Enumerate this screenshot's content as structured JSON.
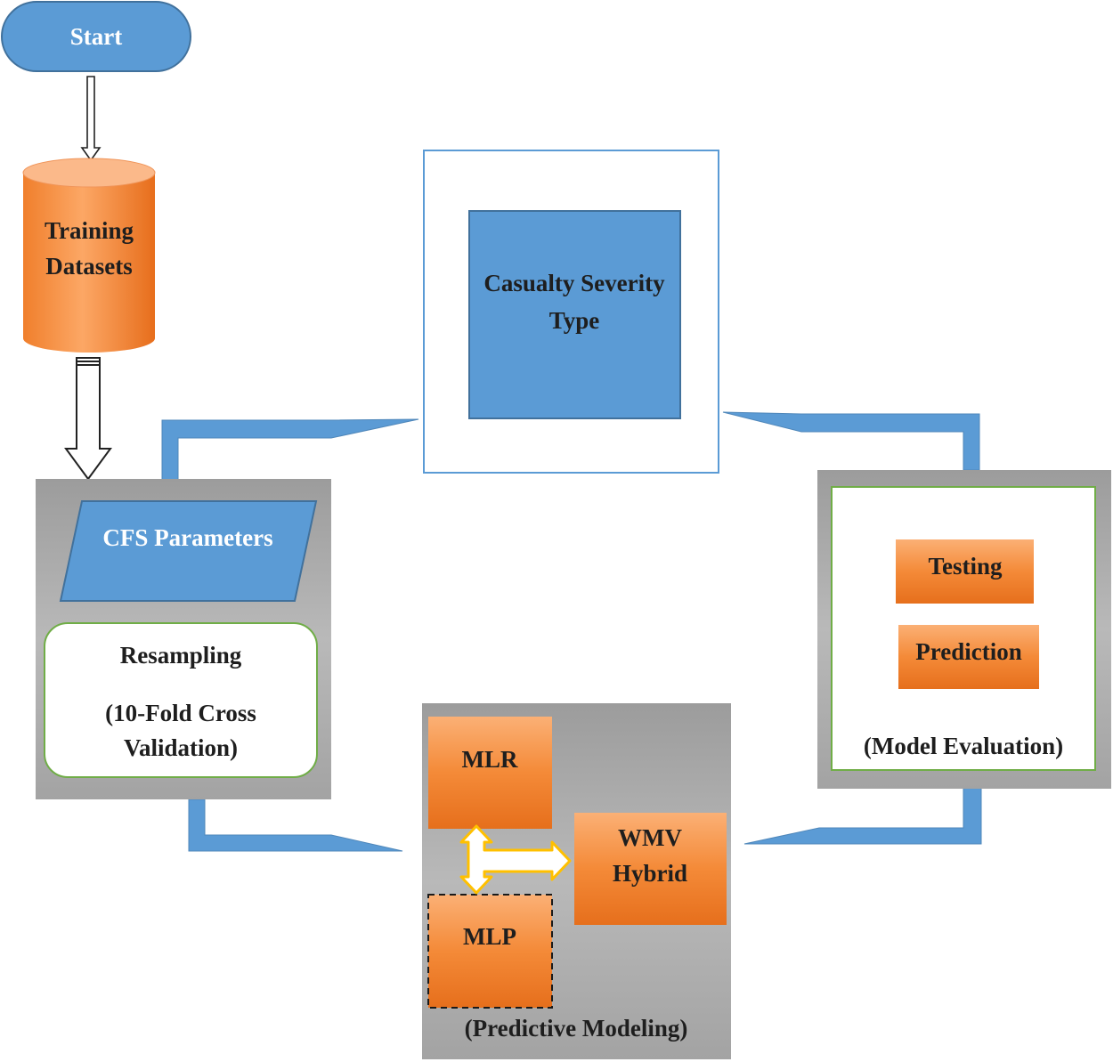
{
  "nodes": {
    "start": {
      "label": "Start"
    },
    "training": {
      "lines": [
        "Training",
        "Datasets"
      ]
    },
    "casualty": {
      "lines": [
        "Casualty Severity",
        "Type"
      ]
    },
    "cfs": {
      "label": "CFS Parameters"
    },
    "resampling": {
      "lines": [
        "Resampling",
        "(10-Fold Cross",
        "Validation)"
      ]
    },
    "mlr": {
      "label": "MLR"
    },
    "mlp": {
      "label": "MLP"
    },
    "wmv": {
      "lines": [
        "WMV",
        "Hybrid"
      ]
    },
    "predictive_caption": {
      "label": "(Predictive Modeling)"
    },
    "testing": {
      "label": "Testing"
    },
    "prediction": {
      "label": "Prediction"
    },
    "evaluation_caption": {
      "label": "(Model Evaluation)"
    }
  },
  "colors": {
    "blue": "#5b9bd5",
    "blue_border": "#41719c",
    "orange_light": "#fbb075",
    "orange_dark": "#e66f1c",
    "gray": "#a6a6a6",
    "green_border": "#70ad47",
    "connector": "#5b9bd5",
    "yellow_arrow": "#ffc000"
  }
}
